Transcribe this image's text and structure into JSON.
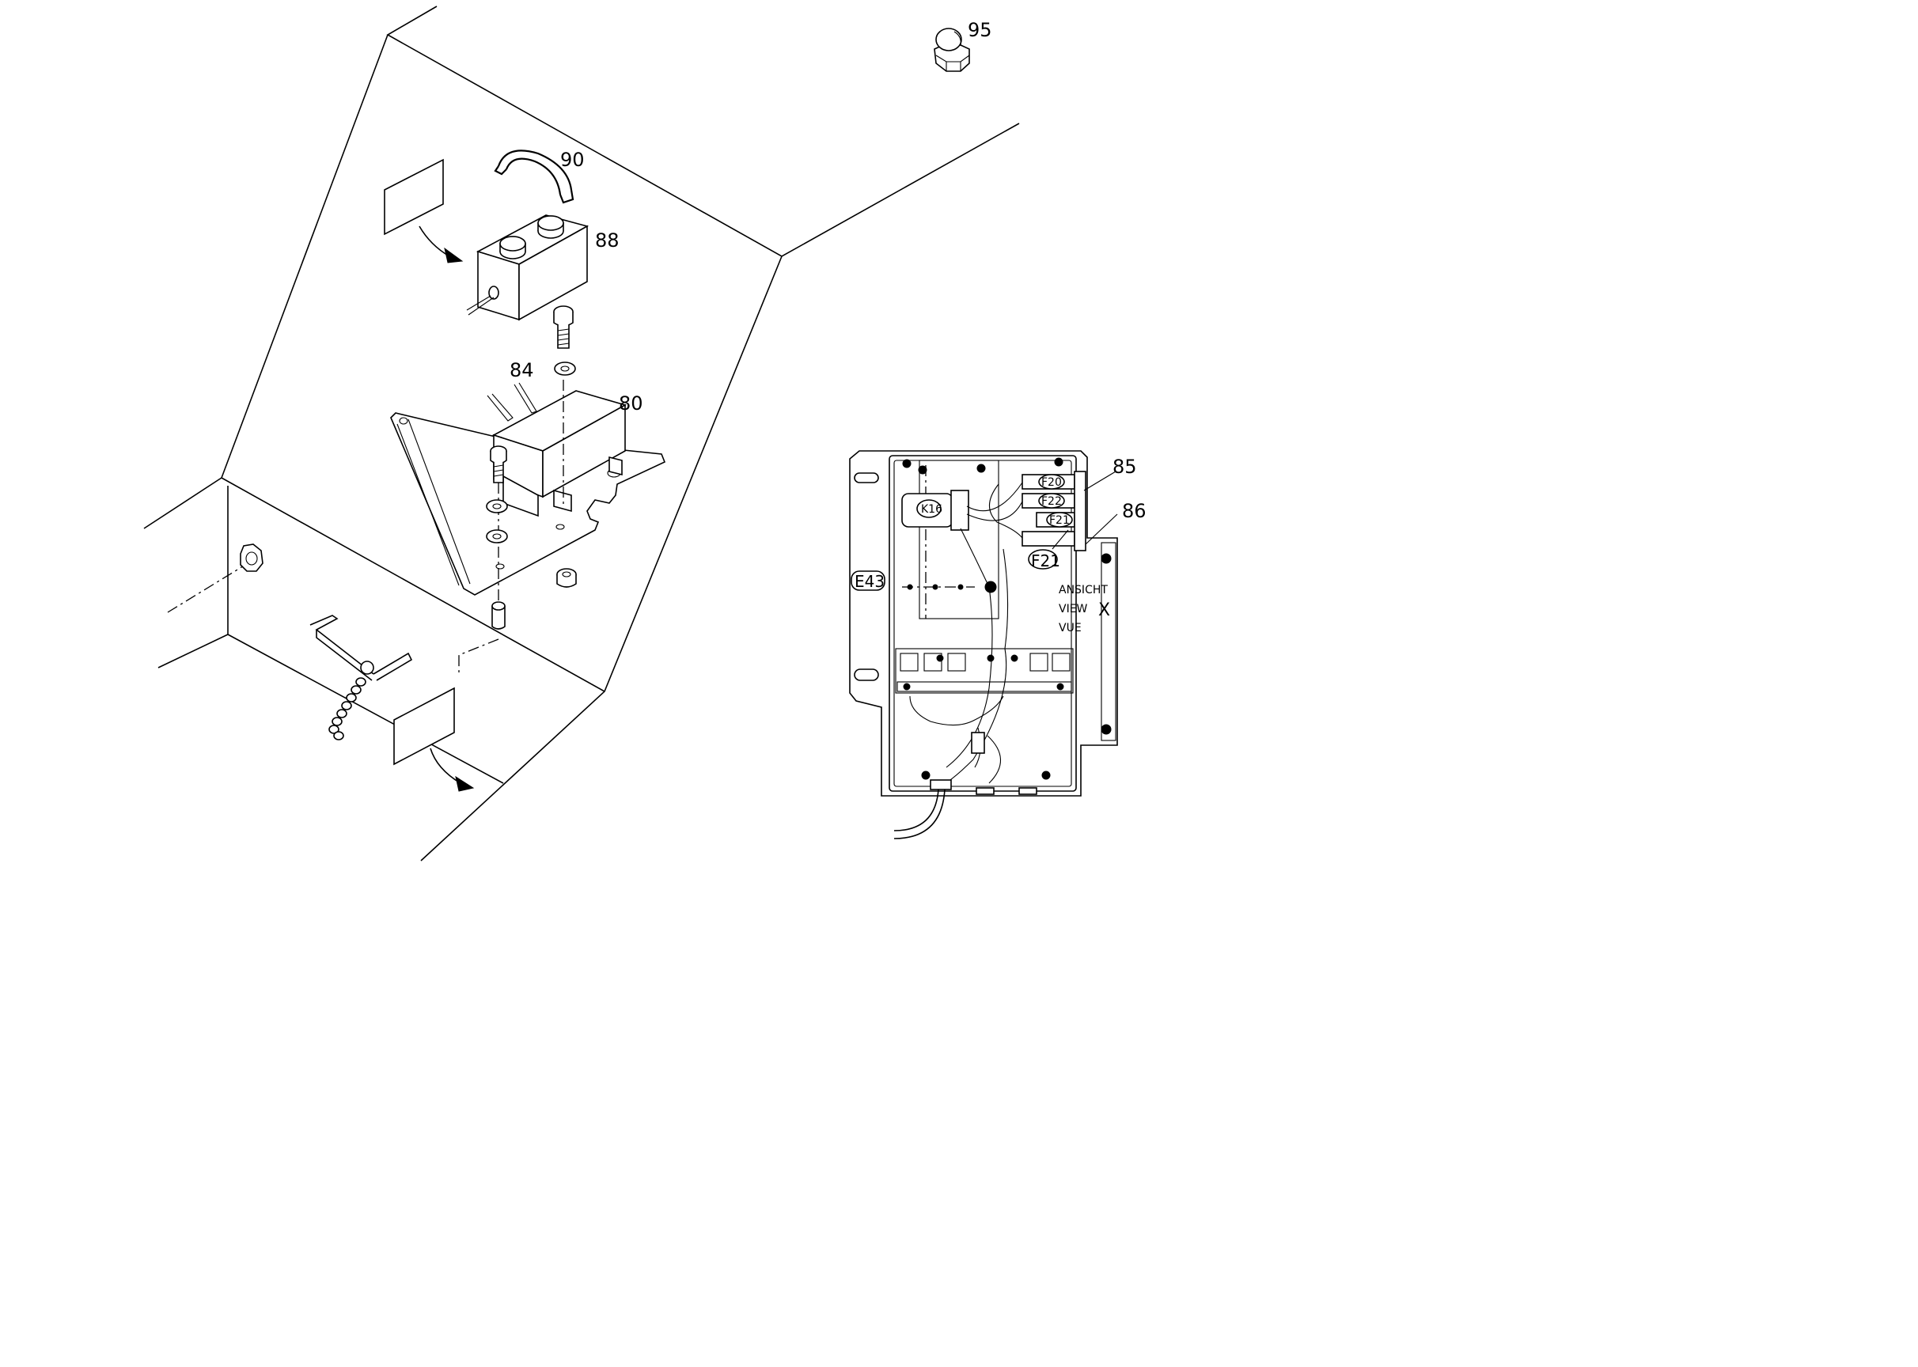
{
  "callouts": {
    "p95": "95",
    "p90": "90",
    "p88": "88",
    "p84": "84",
    "p80": "80",
    "p85": "85",
    "p86": "86"
  },
  "detail_view": {
    "box_label": "E43",
    "relay_label": "K16",
    "fuses": [
      "F20",
      "F22",
      "F21",
      "F21"
    ],
    "view_title": [
      "ANSICHT",
      "VIEW",
      "VUE"
    ],
    "view_letter": "X"
  }
}
